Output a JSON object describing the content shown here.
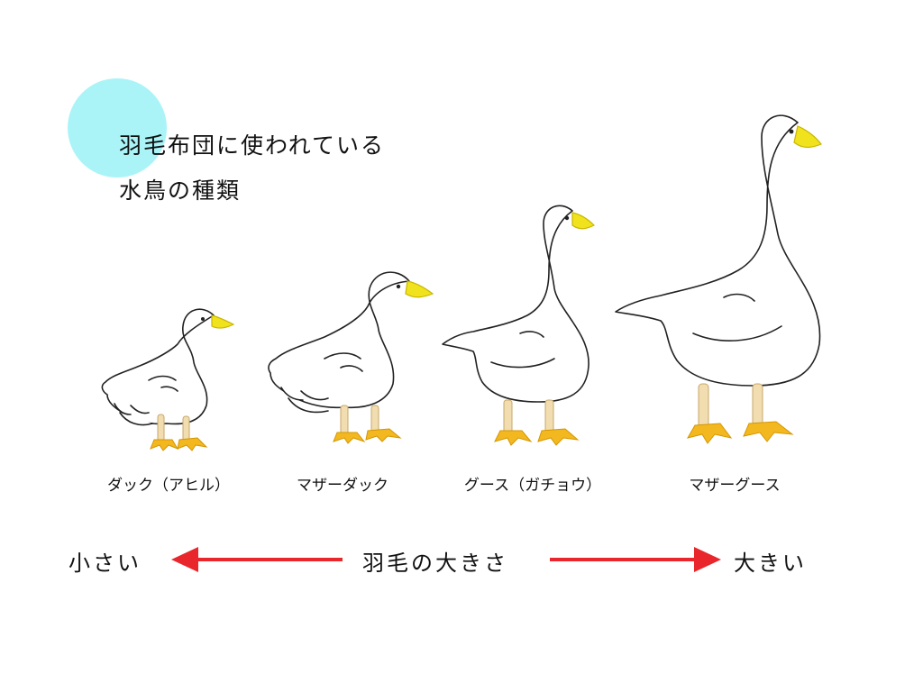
{
  "title": {
    "line1": "羽毛布団に使われている",
    "line2": "水鳥の種類"
  },
  "birds": [
    {
      "label": "ダック（アヒル）"
    },
    {
      "label": "マザーダック"
    },
    {
      "label": "グース（ガチョウ）"
    },
    {
      "label": "マザーグース"
    }
  ],
  "scale": {
    "small": "小さい",
    "middle": "羽毛の大きさ",
    "large": "大きい"
  },
  "colors": {
    "accent_circle": "#aaf4f8",
    "arrow": "#e8262b",
    "beak": "#f0e21c",
    "leg": "#f1ddb0",
    "foot": "#f3b81f"
  }
}
